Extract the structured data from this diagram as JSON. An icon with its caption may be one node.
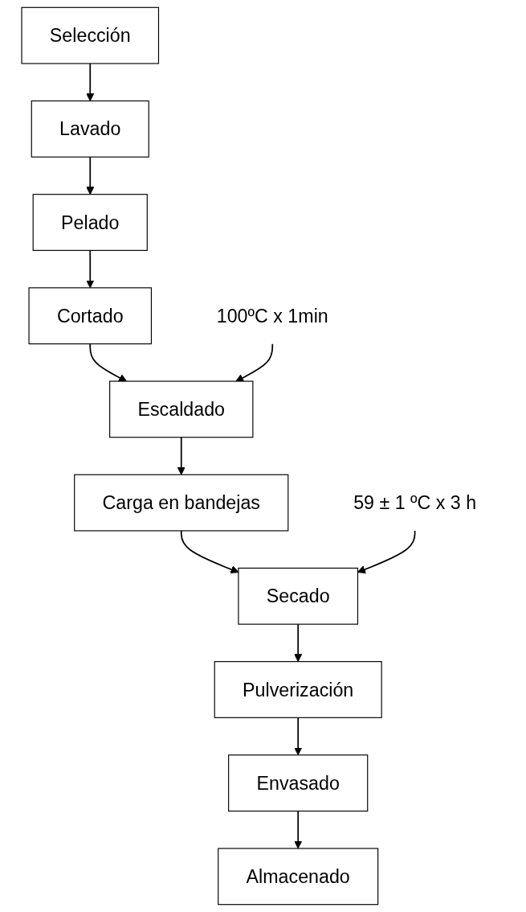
{
  "diagram": {
    "nodes": [
      {
        "text": [
          "Selección"
        ]
      },
      {
        "text": [
          "Lavado"
        ]
      },
      {
        "text": [
          "Pelado"
        ]
      },
      {
        "text": [
          "Cortado"
        ]
      },
      {
        "text": [
          "100ºC x 1min"
        ]
      },
      {
        "text": [
          "Escaldado"
        ]
      },
      {
        "text": [
          "Carga en bandejas"
        ]
      },
      {
        "text": [
          "59 ± 1 ºC x 3 h"
        ]
      },
      {
        "text": [
          "Secado"
        ]
      },
      {
        "text": [
          "Pulverización"
        ]
      },
      {
        "text": [
          "Envasado"
        ]
      },
      {
        "text": [
          "Almacenado"
        ]
      }
    ],
    "edges": [
      {
        "from": 0,
        "to": 1,
        "arrow": "to"
      },
      {
        "from": 1,
        "to": 2,
        "arrow": "to"
      },
      {
        "from": 2,
        "to": 3,
        "arrow": "to"
      },
      {
        "from": 3,
        "to": 5,
        "arrow": "to"
      },
      {
        "from": 4,
        "to": 5,
        "arrow": "to"
      },
      {
        "from": 5,
        "to": 6,
        "arrow": "to"
      },
      {
        "from": 6,
        "to": 8,
        "arrow": "to"
      },
      {
        "from": 7,
        "to": 8,
        "arrow": "to"
      },
      {
        "from": 8,
        "to": 9,
        "arrow": "to"
      },
      {
        "from": 9,
        "to": 10,
        "arrow": "to"
      },
      {
        "from": 10,
        "to": 11,
        "arrow": "to"
      }
    ]
  }
}
